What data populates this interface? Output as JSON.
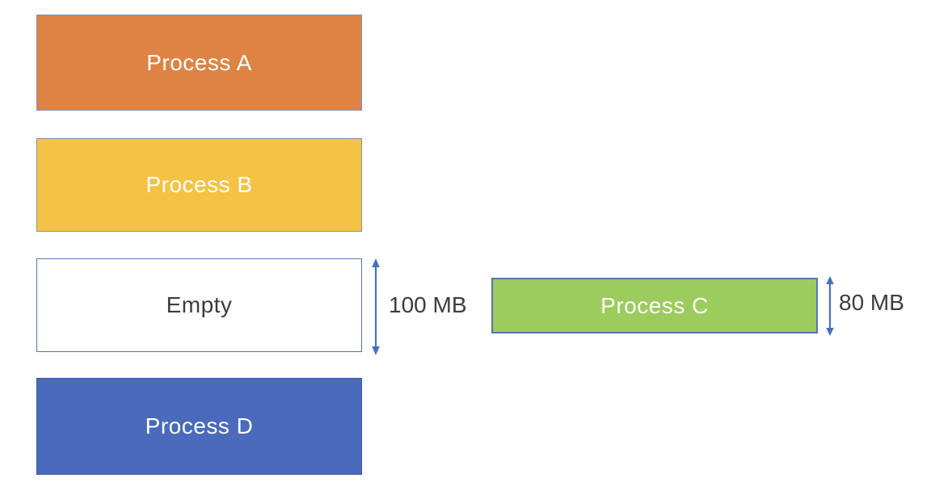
{
  "diagram": {
    "description": "Memory allocation diagram with process blocks and an empty hole",
    "blocks": [
      {
        "label": "Process A"
      },
      {
        "label": "Process B"
      },
      {
        "label": "Empty"
      },
      {
        "label": "Process D"
      },
      {
        "label": "Process C"
      }
    ],
    "annotations": [
      {
        "label": "100 MB"
      },
      {
        "label": "80 MB"
      }
    ]
  },
  "colors": {
    "process_a_fill": "#DE8344",
    "process_b_fill": "#F5C243",
    "empty_fill": "#FFFFFF",
    "process_d_fill": "#4A6ABB",
    "process_c_fill": "#9CCB5E",
    "block_border_light": "#8091BB",
    "empty_border": "#5B74BE",
    "process_d_border": "#4156A4",
    "process_c_border": "#5B74AE",
    "arrow": "#4472C4",
    "label_on_fill": "#FFFFFF",
    "label_dark": "#3C3C3C"
  }
}
